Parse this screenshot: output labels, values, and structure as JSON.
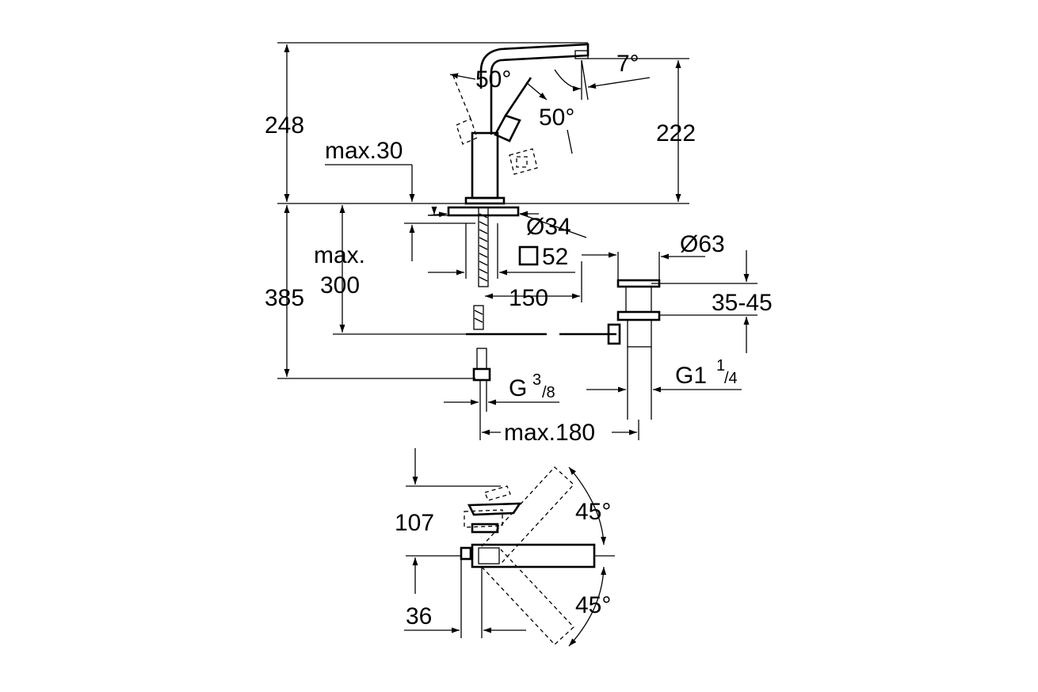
{
  "labels": {
    "d248": "248",
    "d222": "222",
    "a50_left": "50°",
    "a50_right": "50°",
    "a7": "7°",
    "max30": "max.30",
    "dia34": "Ø34",
    "sq52": "52",
    "dia63": "Ø63",
    "max_word": "max.",
    "max300": "300",
    "d385": "385",
    "d150": "150",
    "r35_45": "35-45",
    "g_prefix": "G",
    "g_num": "3",
    "g_den": "/8",
    "g1_prefix": "G1",
    "g1_num": "1",
    "g1_den": "/4",
    "max180": "max.180",
    "d107": "107",
    "a45_top": "45°",
    "a45_bottom": "45°",
    "d36": "36"
  },
  "icons": {
    "square_symbol": "square-outline"
  }
}
